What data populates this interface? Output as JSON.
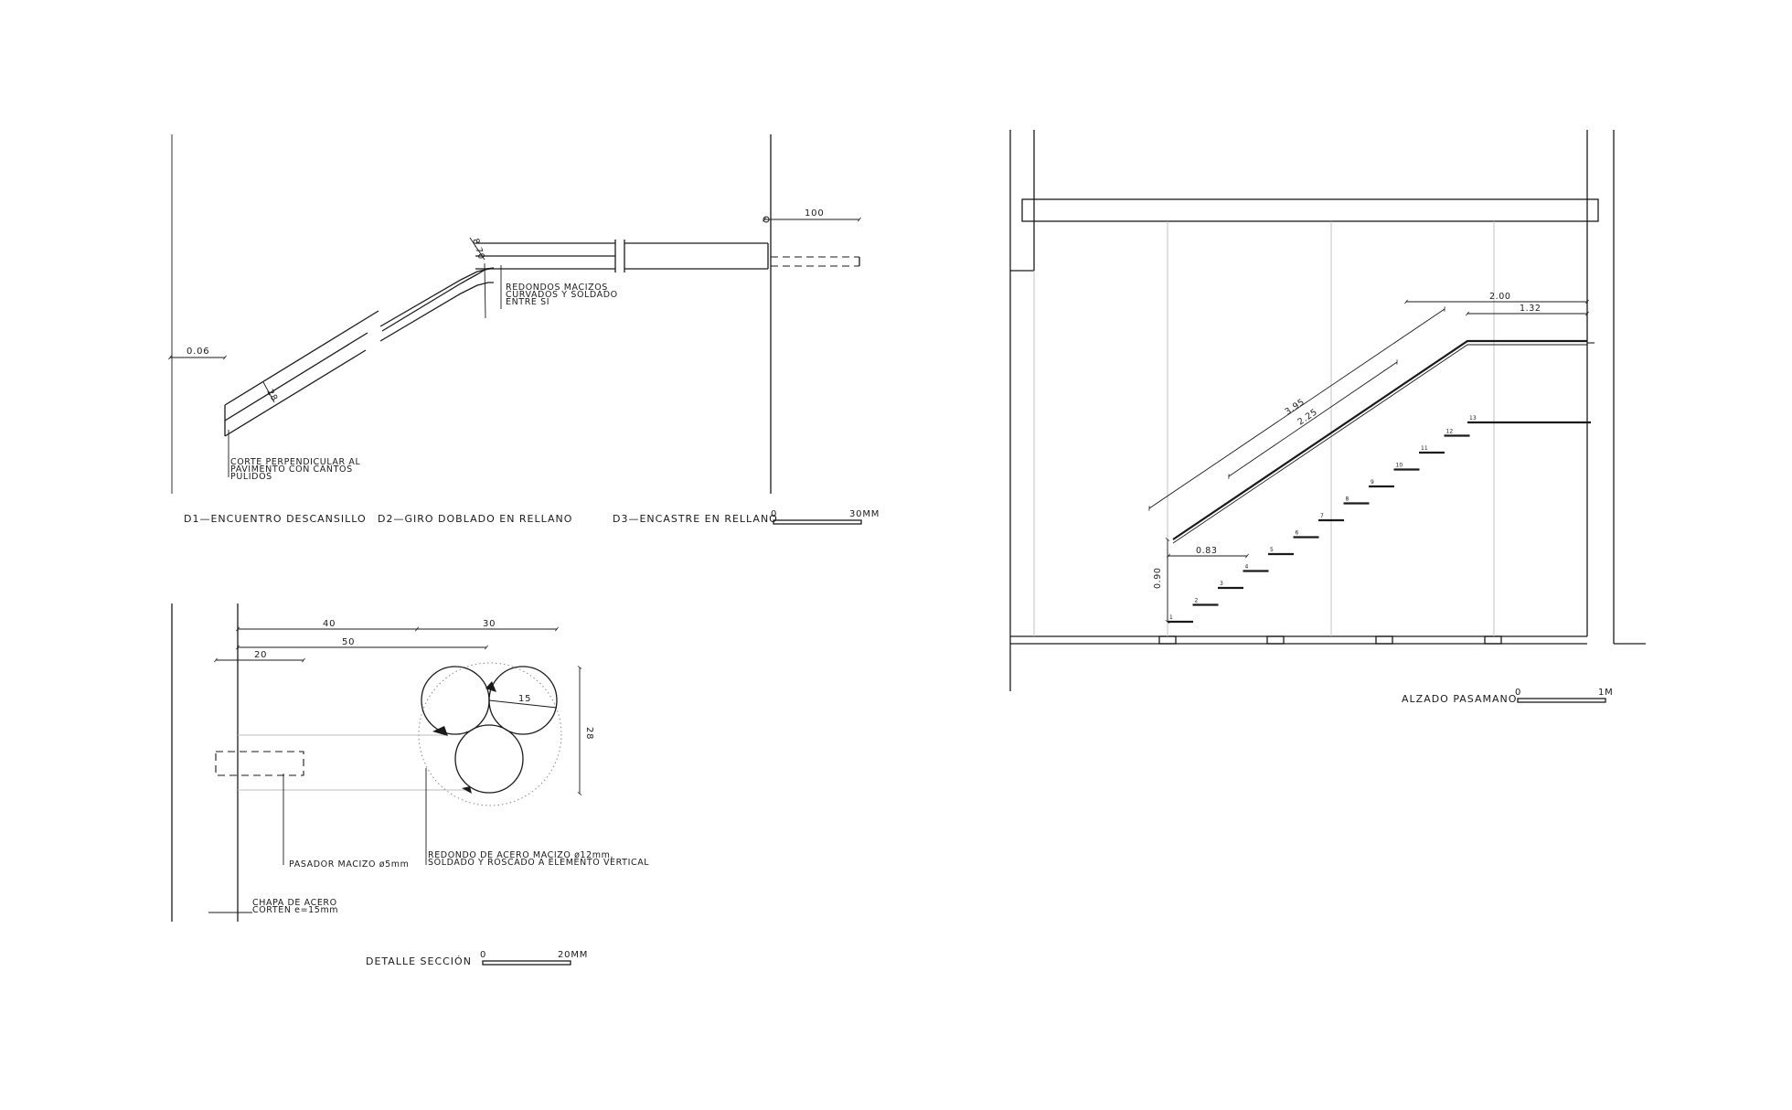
{
  "colors": {
    "ink": "#1a1a1a",
    "grid": "#bdbdbd",
    "background": "#ffffff"
  },
  "details_top": {
    "dim_006": "0.06",
    "dim_28": "28",
    "dim_870": "8.70",
    "dim_100": "100",
    "note_corte": [
      "CORTE PERPENDICULAR AL",
      "PAVIMENTO CON CANTOS",
      "PULIDOS"
    ],
    "note_redondos": [
      "REDONDOS MACIZOS",
      "CURVADOS Y SOLDADO",
      "ENTRE SI"
    ],
    "title_d1": "D1—ENCUENTRO DESCANSILLO",
    "title_d2": "D2—GIRO DOBLADO EN RELLANO",
    "title_d3": "D3—ENCASTRE EN RELLANO",
    "scale_start": "0",
    "scale_end": "30MM"
  },
  "section": {
    "dim_40": "40",
    "dim_30": "30",
    "dim_50": "50",
    "dim_20": "20",
    "dim_15": "15",
    "dim_28": "28",
    "note_pasador": "PASADOR MACIZO ø5mm",
    "note_redondo": [
      "REDONDO DE ACERO MACIZO ø12mm,",
      "SOLDADO Y ROSCADO A ELEMENTO  VERTICAL"
    ],
    "note_chapa": [
      "CHAPA DE ACERO",
      "CORTEN e=15mm"
    ],
    "title": "DETALLE SECCIÓN",
    "scale_start": "0",
    "scale_end": "20MM"
  },
  "elevation": {
    "dim_200": "2.00",
    "dim_132": "1.32",
    "dim_395": "3.95",
    "dim_225": "2.25",
    "dim_083": "0.83",
    "dim_090": "0.90",
    "step_numbers": [
      "1",
      "2",
      "3",
      "4",
      "5",
      "6",
      "7",
      "8",
      "9",
      "10",
      "11",
      "12",
      "13"
    ],
    "title": "ALZADO PASAMANO",
    "scale_start": "0",
    "scale_end": "1M"
  }
}
